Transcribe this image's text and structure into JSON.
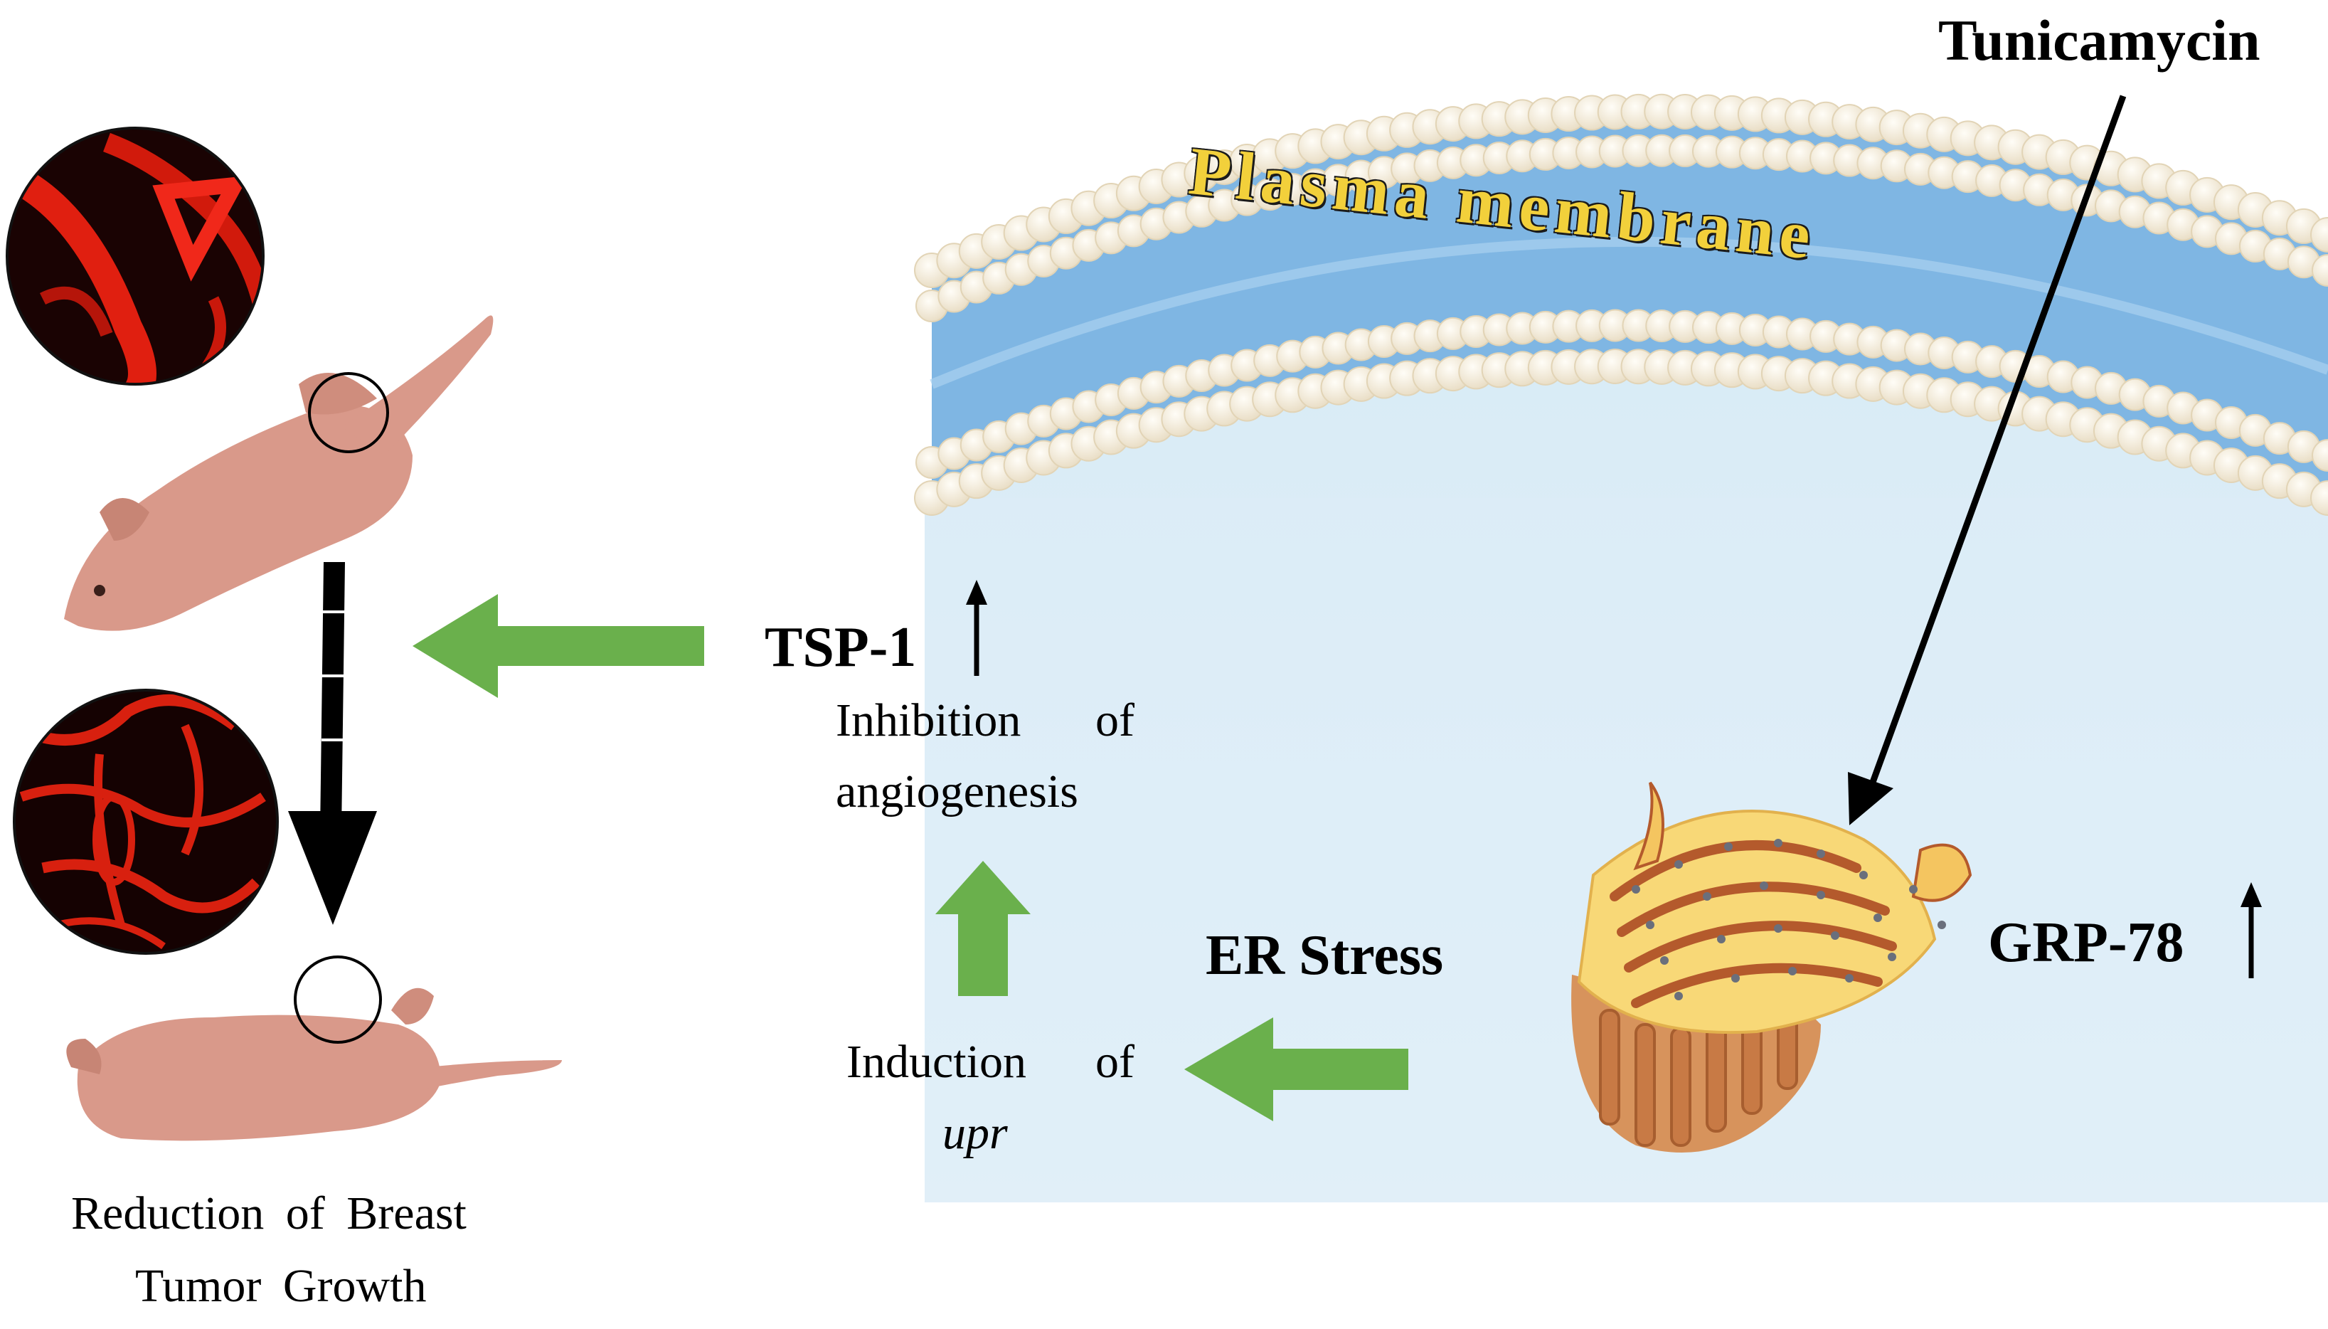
{
  "labels": {
    "tunicamycin": "Tunicamycin",
    "plasma_membrane": "Plasma membrane",
    "tsp1": "TSP-1",
    "inhibition_line1_a": "Inhibition",
    "inhibition_line1_b": "of",
    "inhibition_line2": "angiogenesis",
    "er_stress": "ER Stress",
    "grp78": "GRP-78",
    "induction_a": "Induction",
    "induction_b": "of",
    "induction_line2": "upr",
    "reduction_line1_a": "Reduction",
    "reduction_line1_b": "of Breast",
    "reduction_line2_a": "Tumor",
    "reduction_line2_b": "Growth"
  },
  "colors": {
    "green_arrow": "#6ab04c",
    "cytoplasm": "#dcedf7",
    "membrane_blue": "#7fb6e3",
    "lipid_head": "#f6eedd",
    "membrane_label": "#f2d03b",
    "tissue_red": "#e01f10",
    "mouse_skin": "#d9998a",
    "er_yellow": "#f8d877",
    "er_brown": "#b45a2c"
  },
  "icons": {
    "up_arrow": "up-arrow-icon",
    "tissue_image": "fluorescent-tissue-image",
    "mouse": "nude-mouse-image",
    "organelle": "endoplasmic-reticulum-image"
  }
}
